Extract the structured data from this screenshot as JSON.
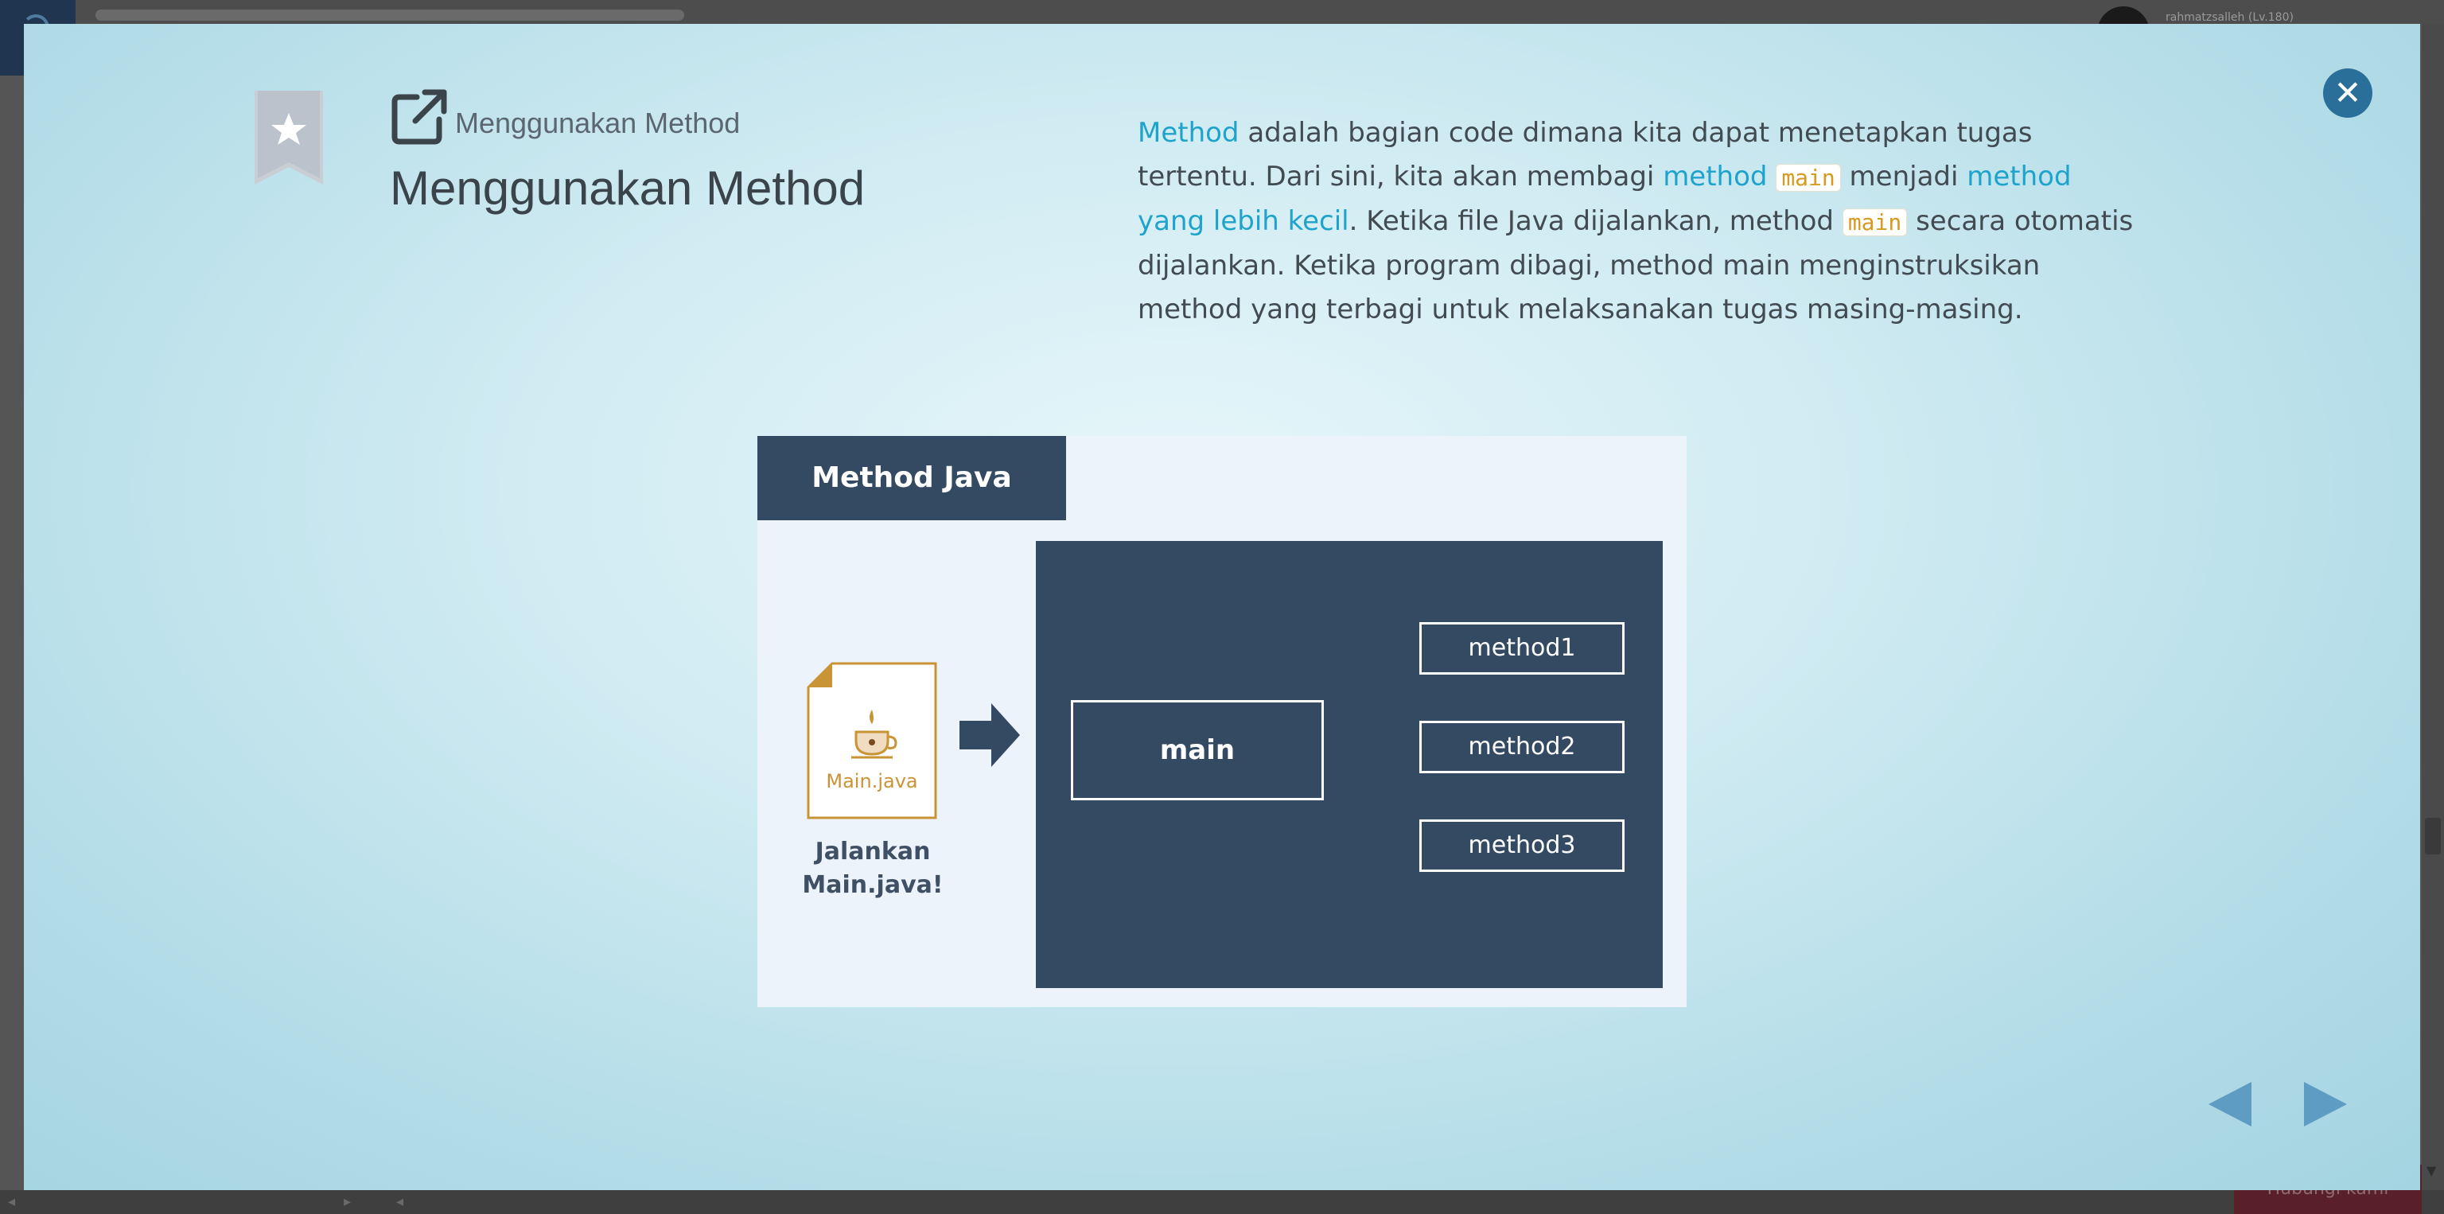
{
  "background": {
    "username": "rahmatzsalleh (Lv.180)",
    "chat_label": "Hubungi kami"
  },
  "modal": {
    "close_icon": "close-icon",
    "bookmark_icon": "star-bookmark-icon",
    "external_link_icon": "external-link-icon",
    "breadcrumb": "Menggunakan Method",
    "title": "Menggunakan Method",
    "description": {
      "s1_term": "Method",
      "s1_rest": " adalah bagian code dimana kita dapat menetapkan tugas tertentu. Dari sini, kita akan membagi ",
      "s2_term": "method",
      "s2_code": "main",
      "s2_mid": " menjadi ",
      "s2_term2": "method yang lebih kecil",
      "s3_text": ". Ketika file Java dijalankan, method ",
      "s3_code": "main",
      "s3_rest": " secara otomatis dijalankan. Ketika program dibagi, method main menginstruksikan method yang terbagi untuk melaksanakan tugas masing-masing."
    },
    "figure": {
      "header": "Method Java",
      "file_name": "Main.java",
      "run_line1": "Jalankan",
      "run_line2": "Main.java!",
      "main_box": "main",
      "methods": [
        "method1",
        "method2",
        "method3"
      ]
    },
    "nav": {
      "prev_icon": "triangle-left-icon",
      "next_icon": "triangle-right-icon"
    }
  },
  "colors": {
    "accent": "#1ea3cc",
    "code": "#d69a1e",
    "panel": "#344a63",
    "close": "#2a6f99",
    "file": "#c89436"
  }
}
